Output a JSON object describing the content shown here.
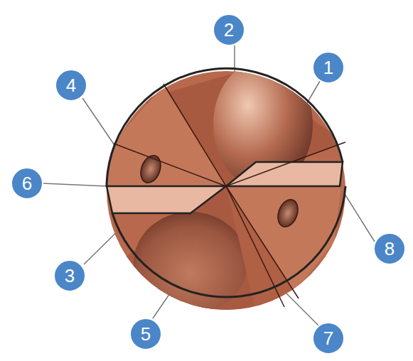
{
  "diagram": {
    "labels": [
      "2",
      "1",
      "4",
      "6",
      "8",
      "3",
      "5",
      "7"
    ]
  }
}
